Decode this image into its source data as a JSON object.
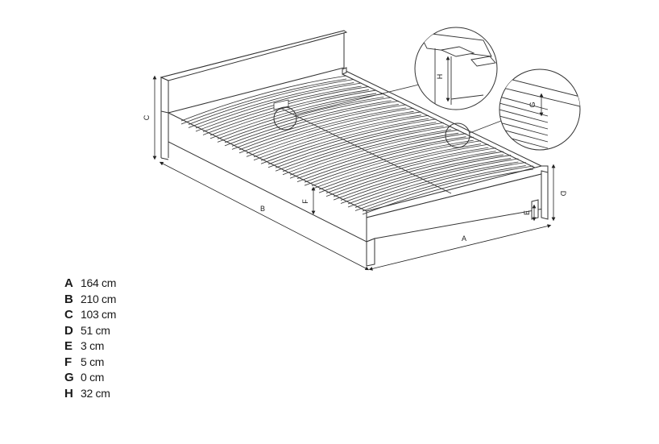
{
  "labels": {
    "A": "A",
    "B": "B",
    "C": "C",
    "D": "D",
    "E": "E",
    "F": "F",
    "G": "G",
    "H": "H"
  },
  "legend": [
    {
      "key": "A",
      "value": "164 cm"
    },
    {
      "key": "B",
      "value": "210 cm"
    },
    {
      "key": "C",
      "value": "103 cm"
    },
    {
      "key": "D",
      "value": "51 cm"
    },
    {
      "key": "E",
      "value": "3 cm"
    },
    {
      "key": "F",
      "value": "5 cm"
    },
    {
      "key": "G",
      "value": "0 cm"
    },
    {
      "key": "H",
      "value": "32 cm"
    }
  ]
}
